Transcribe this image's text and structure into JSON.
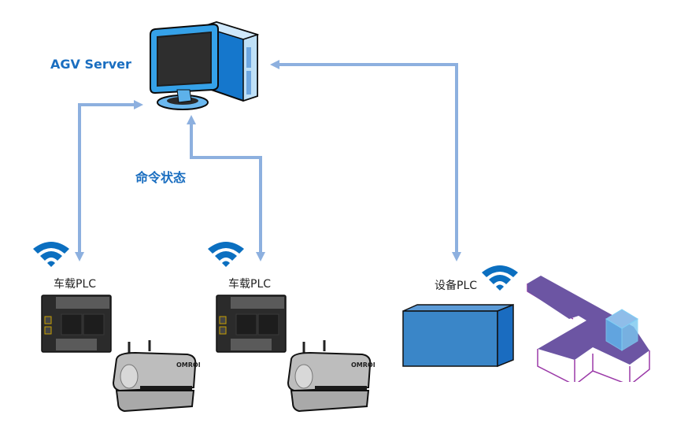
{
  "diagram": {
    "server": {
      "label": "AGV Server",
      "icon": "desktop-computer-icon"
    },
    "link_label": "命令状态",
    "vehicles": [
      {
        "label": "车载PLC",
        "plc_icon": "plc-controller-icon",
        "robot_icon": "agv-robot-icon",
        "wireless_icon": "wifi-icon",
        "brand": "OMRON"
      },
      {
        "label": "车载PLC",
        "plc_icon": "plc-controller-icon",
        "robot_icon": "agv-robot-icon",
        "wireless_icon": "wifi-icon",
        "brand": "OMRON"
      }
    ],
    "equipment": {
      "label": "设备PLC",
      "plc_icon": "plc-box-icon",
      "wireless_icon": "wifi-icon",
      "conveyor_icon": "conveyor-icon"
    },
    "colors": {
      "arrow": "#8db0df",
      "label_blue": "#1a6ec0",
      "wifi": "#0b6fc0",
      "plc_box": "#3a86c8",
      "conveyor": "#6c55a3",
      "conveyor_frame": "#9b3aa8",
      "cargo": "#7fb2e5"
    }
  }
}
